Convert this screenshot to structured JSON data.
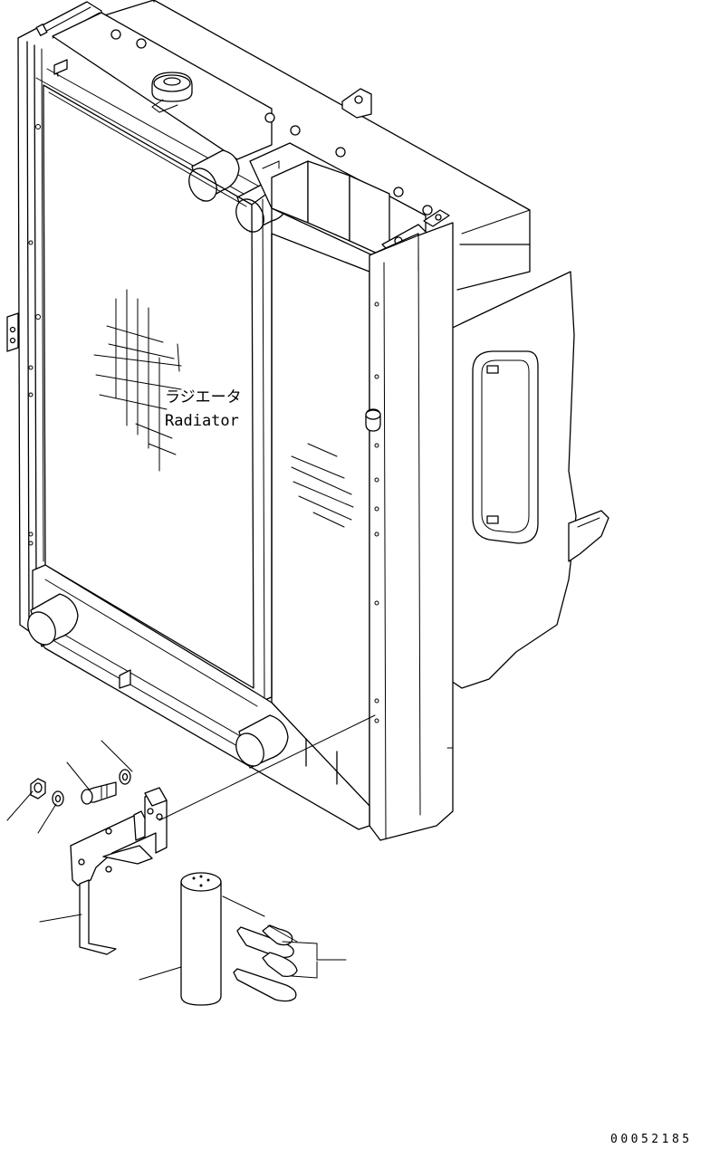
{
  "labels": {
    "radiator_jp": "ラジエータ",
    "radiator_en": "Radiator"
  },
  "drawing_number": "00052185"
}
